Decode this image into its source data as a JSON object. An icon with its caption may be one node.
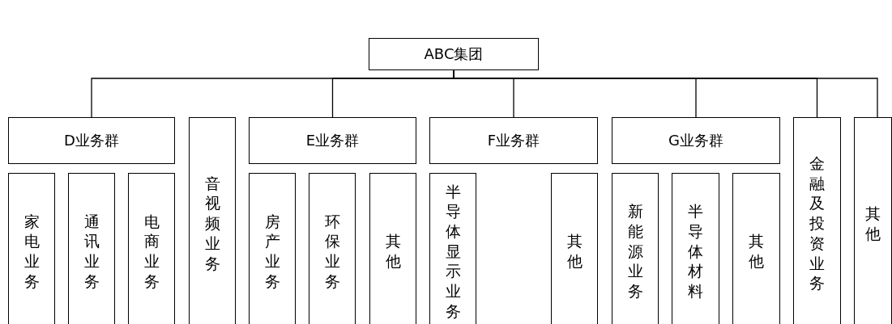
{
  "diagram": {
    "nodes": [
      {
        "text": [
          "ABC集团"
        ]
      },
      {
        "text": [
          "D业务群"
        ]
      },
      {
        "text": [
          "音视频业务"
        ]
      },
      {
        "text": [
          "E业务群"
        ]
      },
      {
        "text": [
          "F业务群"
        ]
      },
      {
        "text": [
          "G业务群"
        ]
      },
      {
        "text": [
          "金融及投资业务"
        ]
      },
      {
        "text": [
          "其他"
        ]
      },
      {
        "text": [
          "家电业务"
        ]
      },
      {
        "text": [
          "通讯业务"
        ]
      },
      {
        "text": [
          "电商业务"
        ]
      },
      {
        "text": [
          "房产业务"
        ]
      },
      {
        "text": [
          "环保业务"
        ]
      },
      {
        "text": [
          "其他"
        ]
      },
      {
        "text": [
          "半导体显示业务"
        ]
      },
      {
        "text": [
          "其他"
        ]
      },
      {
        "text": [
          "新能源业务"
        ]
      },
      {
        "text": [
          "半导体材料"
        ]
      },
      {
        "text": [
          "其他"
        ]
      }
    ],
    "edges": [
      {
        "from": 0,
        "to": 1,
        "arrow": "none"
      },
      {
        "from": 0,
        "to": 3,
        "arrow": "none"
      },
      {
        "from": 0,
        "to": 4,
        "arrow": "none"
      },
      {
        "from": 0,
        "to": 5,
        "arrow": "none"
      },
      {
        "from": 0,
        "to": 6,
        "arrow": "none"
      },
      {
        "from": 0,
        "to": 7,
        "arrow": "none"
      }
    ]
  }
}
